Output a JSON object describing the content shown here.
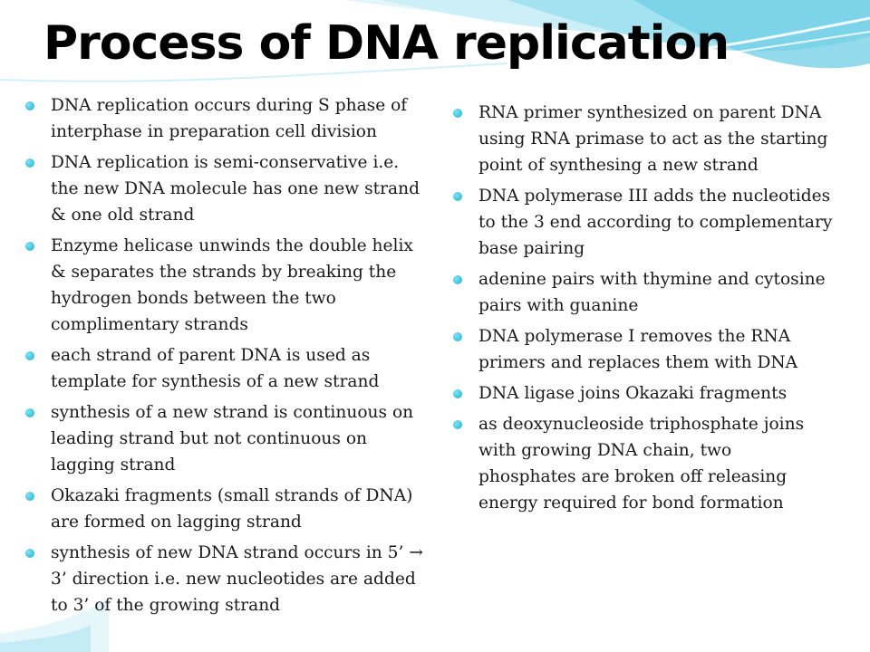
{
  "title": "Process of DNA replication",
  "colors": {
    "accent": "#29b6d6",
    "wave_light": "#c6eef8",
    "wave_mid": "#8fdcef",
    "text": "#1a1a1a"
  },
  "bullet_icon": "cyan-dot-icon",
  "left_column": [
    "DNA replication occurs during S phase of  interphase in preparation cell division",
    "DNA replication is semi-conservative i.e. the new DNA molecule has one new strand & one old strand",
    "Enzyme helicase unwinds the double helix  & separates the strands by breaking the hydrogen bonds between the two complimentary strands",
    "each strand of parent DNA is used as template for synthesis of a new strand",
    "synthesis of a new strand is continuous on leading strand but not continuous on lagging strand",
    "Okazaki fragments (small strands of DNA) are formed on lagging strand",
    "synthesis of new DNA strand occurs in 5’ → 3’ direction i.e. new nucleotides are added to 3’ of the growing strand"
  ],
  "right_column": [
    "RNA primer synthesized on parent DNA using RNA primase to act as the starting point of synthesing a new strand",
    "DNA polymerase III adds the nucleotides to the 3 end according to complementary base pairing",
    "adenine pairs with thymine and cytosine pairs with guanine",
    " DNA polymerase I removes the RNA primers and replaces them with DNA",
    "DNA ligase joins Okazaki fragments",
    "as deoxynucleoside triphosphate joins with growing DNA chain, two phosphates are broken off releasing energy required for  bond formation"
  ]
}
